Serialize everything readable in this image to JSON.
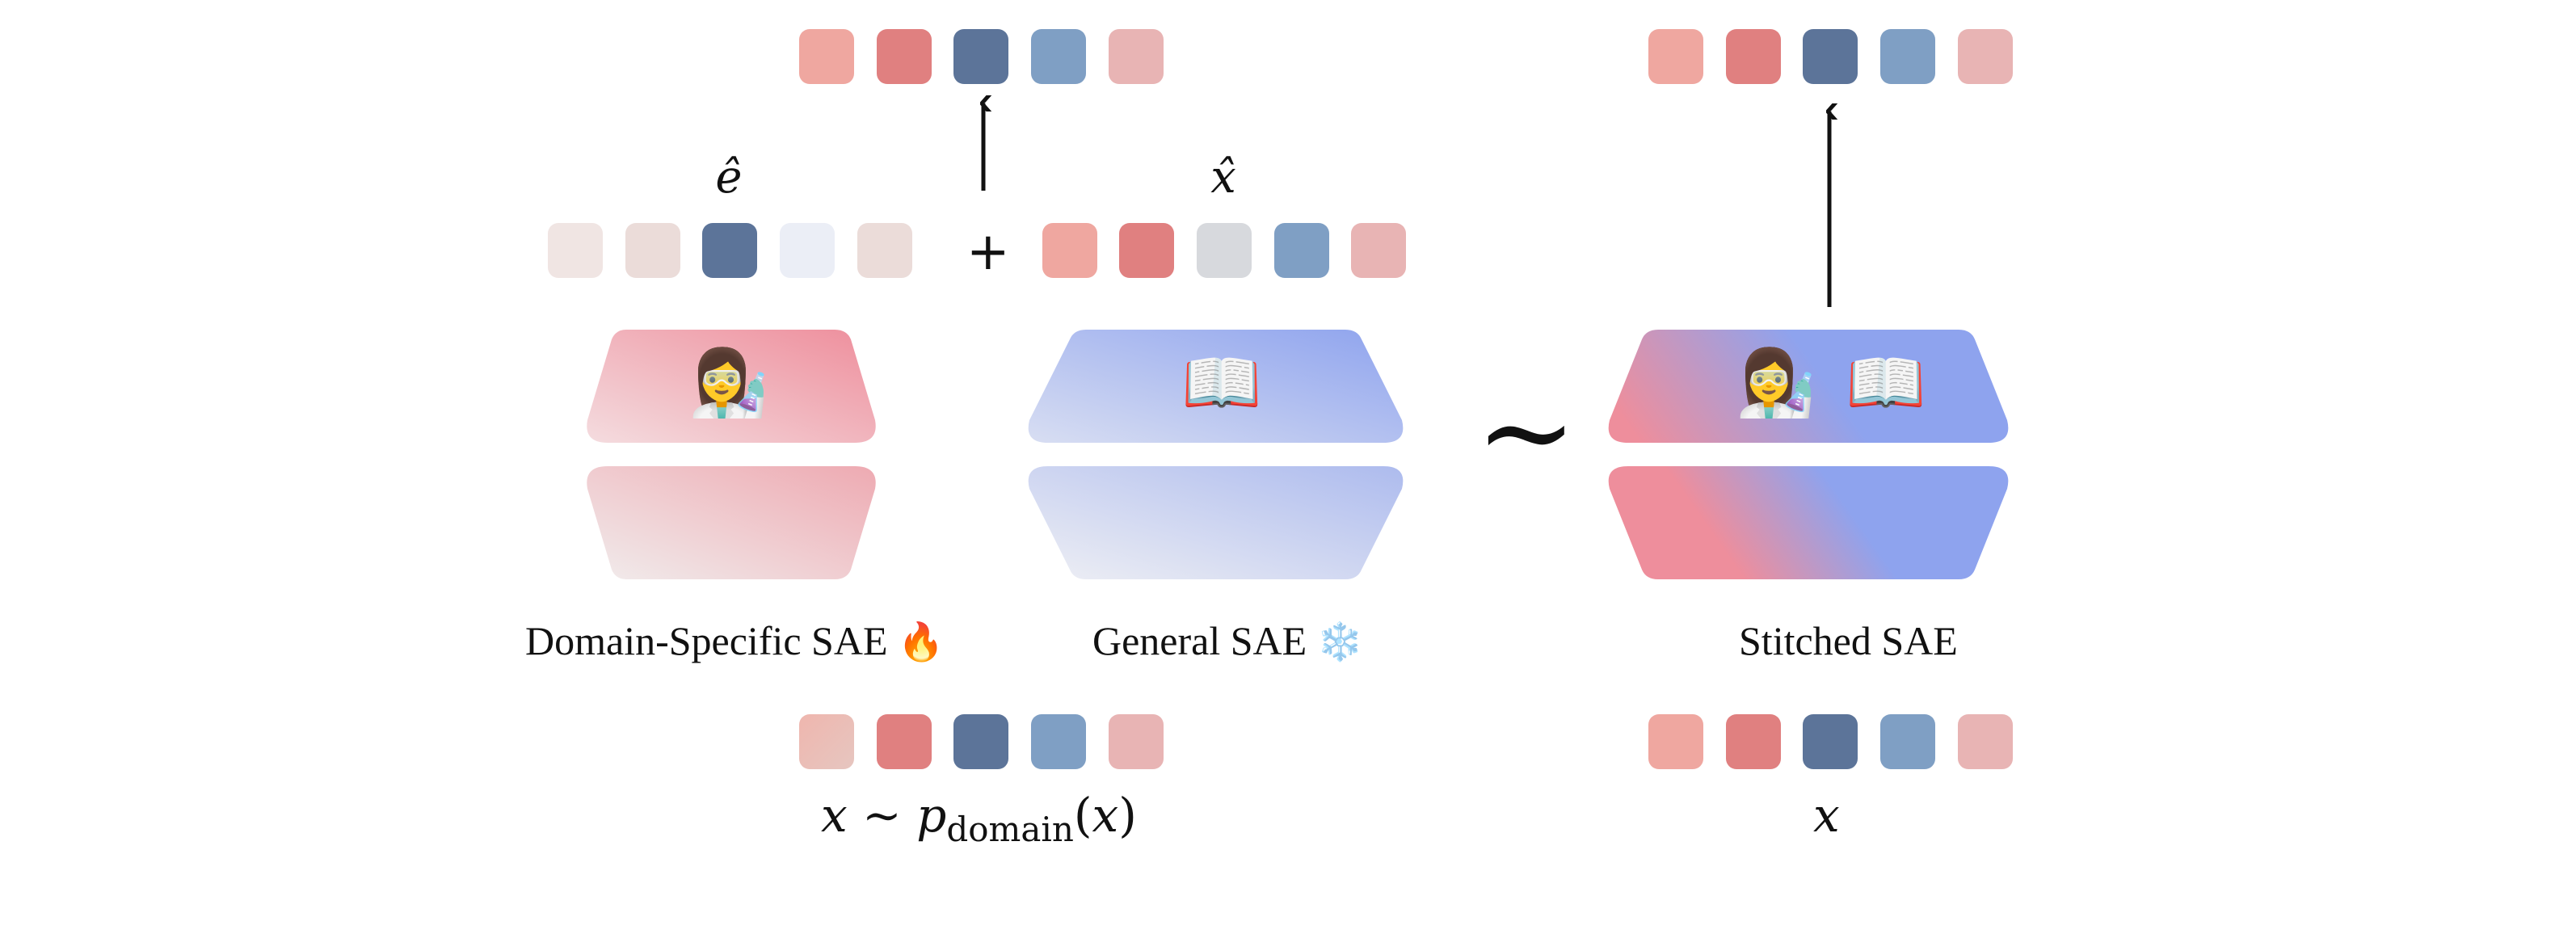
{
  "colors": {
    "salmon": "#EFA7A0",
    "red": "#E08080",
    "navy": "#5C7499",
    "steel": "#7F9FC4",
    "rose": "#E8B4B4",
    "pink_enc": "#EE8E9C",
    "blue_enc": "#8EA3EE",
    "pale_pink": "#EBDCD9",
    "pale_blue": "#EBEEF6",
    "grey": "#D7D9DD"
  },
  "labels": {
    "e_hat": "ê",
    "x_hat": "x̂",
    "plus": "+",
    "tilde": "~",
    "domain_input_x": "x",
    "domain_input_sim": "∼",
    "domain_input_p": "p",
    "domain_input_sub": "domain",
    "domain_input_open": "(",
    "domain_input_arg": "x",
    "domain_input_close": ")",
    "stitched_input": "x"
  },
  "captions": {
    "domain_sae": "Domain-Specific SAE",
    "general_sae": "General SAE",
    "stitched_sae": "Stitched SAE"
  },
  "icons": {
    "domain_caption_icon": "🔥",
    "general_caption_icon": "❄️",
    "scientist": "👩‍🔬",
    "book": "📖"
  }
}
